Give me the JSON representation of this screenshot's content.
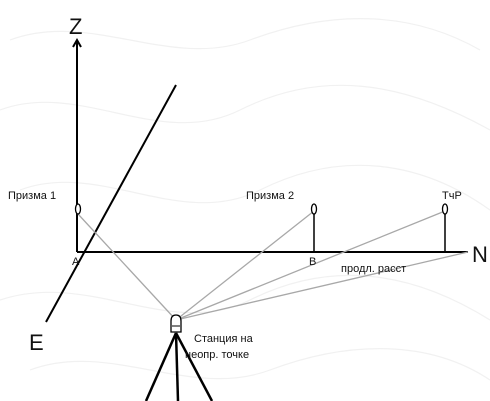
{
  "axes": {
    "z": "Z",
    "e": "E",
    "n": "N"
  },
  "points": {
    "a": "A",
    "b": "B"
  },
  "prisms": {
    "prism1": "Призма 1",
    "prism2": "Призма 2",
    "tchr": "ТчР"
  },
  "labels": {
    "extension": "продл. расст",
    "station_line1": "Станция на",
    "station_line2": "неопр. точке"
  }
}
